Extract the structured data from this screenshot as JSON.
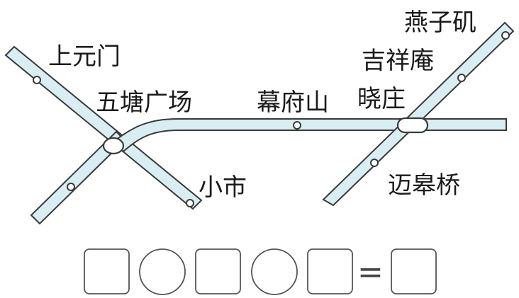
{
  "stations": {
    "shangyuanmen": "上元门",
    "wutang": "五塘广场",
    "xiaoshi": "小市",
    "mufu": "幕府山",
    "xiaozhuang": "晓庄",
    "yanziji": "燕子矶",
    "jixiangan": "吉祥庵",
    "maigaoqiao": "迈皋桥"
  },
  "equation": {
    "slots": [
      "square",
      "circle",
      "square",
      "circle",
      "square",
      "equals",
      "square"
    ],
    "equals_symbol": "="
  },
  "colors": {
    "track_fill": "#d9eef3",
    "outline": "#3a3a3a"
  }
}
